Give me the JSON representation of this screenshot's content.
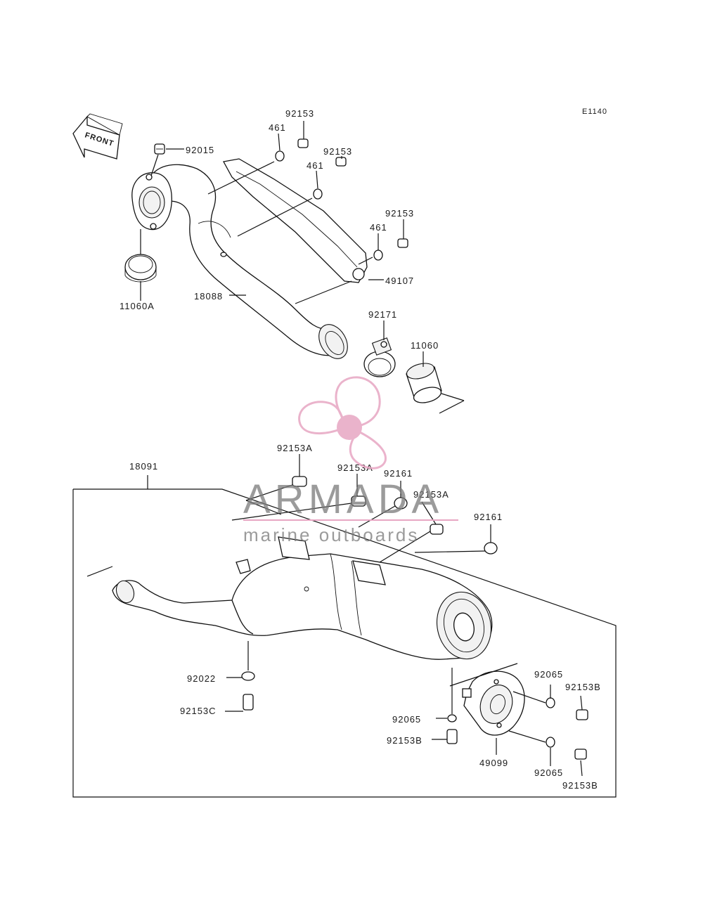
{
  "diagram": {
    "ref_code": "E1140",
    "front_label": "FRONT",
    "parts": {
      "p92015": "92015",
      "p461_a": "461",
      "p92153_a": "92153",
      "p92153_b": "92153",
      "p461_b": "461",
      "p92153_c": "92153",
      "p461_c": "461",
      "p49107": "49107",
      "p18088": "18088",
      "p11060A": "11060A",
      "p92171": "92171",
      "p11060": "11060",
      "p18091": "18091",
      "p92153A_a": "92153A",
      "p92153A_b": "92153A",
      "p92161_a": "92161",
      "p92153A_c": "92153A",
      "p92161_b": "92161",
      "p92022": "92022",
      "p92153C": "92153C",
      "p92065_a": "92065",
      "p92153B_a": "92153B",
      "p92065_b": "92065",
      "p92153B_b": "92153B",
      "p49099": "49099",
      "p92065_c": "92065",
      "p92153B_c": "92153B"
    }
  },
  "watermark": {
    "brand": "ARMADA",
    "tagline": "marine outboards",
    "accent": "#e7a6c3",
    "text_color": "#7a7a7a"
  }
}
